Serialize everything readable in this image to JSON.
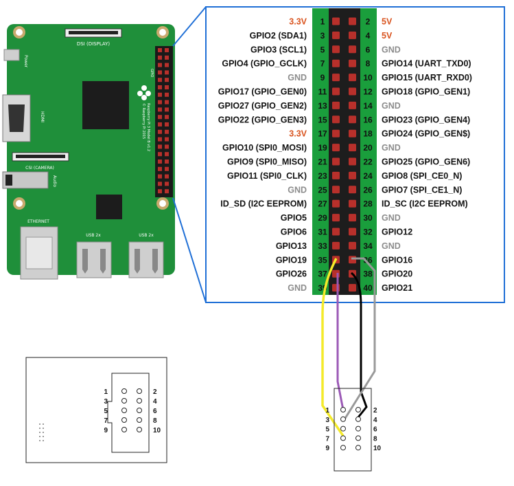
{
  "colors": {
    "board_green": "#1f8f3a",
    "board_dark": "#12702a",
    "header_green": "#1a9e3c",
    "pin_red": "#b8302b",
    "gpio_text": "#111111",
    "gnd_text": "#8c8c8c",
    "power_text": "#d9531e",
    "frame_blue": "#1f6fd6",
    "wire_yellow": "#f4ea2a",
    "wire_purple": "#9b59b6",
    "wire_black": "#000000",
    "wire_gray": "#999999"
  },
  "board": {
    "dsi_label": "DSI (DISPLAY)",
    "power_label": "Power",
    "hdmi_label": "HDMI",
    "csi_label": "CSI (CAMERA)",
    "audio_label": "Audio",
    "ethernet_label": "ETHERNET",
    "usb1_label": "USB 2x",
    "usb2_label": "USB 2x",
    "model_label": "Raspberry Pi 3 Model B v1.2",
    "copyright_label": "© Raspberry Pi 2015",
    "gpio_label": "GPIO"
  },
  "header_pins": [
    {
      "num": 1,
      "label": "3.3V",
      "kind": "power"
    },
    {
      "num": 2,
      "label": "5V",
      "kind": "power"
    },
    {
      "num": 3,
      "label": "GPIO2 (SDA1)",
      "kind": "gpio"
    },
    {
      "num": 4,
      "label": "5V",
      "kind": "power"
    },
    {
      "num": 5,
      "label": "GPIO3 (SCL1)",
      "kind": "gpio"
    },
    {
      "num": 6,
      "label": "GND",
      "kind": "gnd"
    },
    {
      "num": 7,
      "label": "GPIO4 (GPIO_GCLK)",
      "kind": "gpio"
    },
    {
      "num": 8,
      "label": "GPIO14 (UART_TXD0)",
      "kind": "gpio"
    },
    {
      "num": 9,
      "label": "GND",
      "kind": "gnd"
    },
    {
      "num": 10,
      "label": "GPIO15 (UART_RXD0)",
      "kind": "gpio"
    },
    {
      "num": 11,
      "label": "GPIO17 (GPIO_GEN0)",
      "kind": "gpio"
    },
    {
      "num": 12,
      "label": "GPIO18 (GPIO_GEN1)",
      "kind": "gpio"
    },
    {
      "num": 13,
      "label": "GPIO27 (GPIO_GEN2)",
      "kind": "gpio"
    },
    {
      "num": 14,
      "label": "GND",
      "kind": "gnd"
    },
    {
      "num": 15,
      "label": "GPIO22 (GPIO_GEN3)",
      "kind": "gpio"
    },
    {
      "num": 16,
      "label": "GPIO23 (GPIO_GEN4)",
      "kind": "gpio"
    },
    {
      "num": 17,
      "label": "3.3V",
      "kind": "power"
    },
    {
      "num": 18,
      "label": "GPIO24 (GPIO_GEN$)",
      "kind": "gpio"
    },
    {
      "num": 19,
      "label": "GPIO10 (SPI0_MOSI)",
      "kind": "gpio"
    },
    {
      "num": 20,
      "label": "GND",
      "kind": "gnd"
    },
    {
      "num": 21,
      "label": "GPIO9 (SPI0_MISO)",
      "kind": "gpio"
    },
    {
      "num": 22,
      "label": "GPIO25 (GPIO_GEN6)",
      "kind": "gpio"
    },
    {
      "num": 23,
      "label": "GPIO11 (SPI0_CLK)",
      "kind": "gpio"
    },
    {
      "num": 24,
      "label": "GPIO8 (SPI_CE0_N)",
      "kind": "gpio"
    },
    {
      "num": 25,
      "label": "GND",
      "kind": "gnd"
    },
    {
      "num": 26,
      "label": "GPIO7 (SPI_CE1_N)",
      "kind": "gpio"
    },
    {
      "num": 27,
      "label": "ID_SD (I2C EEPROM)",
      "kind": "gpio"
    },
    {
      "num": 28,
      "label": "ID_SC (I2C EEPROM)",
      "kind": "gpio"
    },
    {
      "num": 29,
      "label": "GPIO5",
      "kind": "gpio"
    },
    {
      "num": 30,
      "label": "GND",
      "kind": "gnd"
    },
    {
      "num": 31,
      "label": "GPIO6",
      "kind": "gpio"
    },
    {
      "num": 32,
      "label": "GPIO12",
      "kind": "gpio"
    },
    {
      "num": 33,
      "label": "GPIO13",
      "kind": "gpio"
    },
    {
      "num": 34,
      "label": "GND",
      "kind": "gnd"
    },
    {
      "num": 35,
      "label": "GPIO19",
      "kind": "gpio"
    },
    {
      "num": 36,
      "label": "GPIO16",
      "kind": "gpio"
    },
    {
      "num": 37,
      "label": "GPIO26",
      "kind": "gpio"
    },
    {
      "num": 38,
      "label": "GPIO20",
      "kind": "gpio"
    },
    {
      "num": 39,
      "label": "GND",
      "kind": "gnd"
    },
    {
      "num": 40,
      "label": "GPIO21",
      "kind": "gpio"
    }
  ],
  "connector_left": {
    "pins": [
      "1",
      "2",
      "3",
      "4",
      "5",
      "6",
      "7",
      "8",
      "9",
      "10"
    ]
  },
  "connector_right": {
    "pins": [
      "1",
      "2",
      "3",
      "4",
      "5",
      "6",
      "7",
      "8",
      "9",
      "10"
    ]
  },
  "wires": [
    {
      "from_pin": 35,
      "to_pin": 7,
      "color": "#f4ea2a"
    },
    {
      "from_pin": 37,
      "to_pin": 1,
      "color": "#9b59b6"
    },
    {
      "from_pin": 38,
      "to_pin": 4,
      "color": "#000000"
    },
    {
      "from_pin": 36,
      "to_pin": 3,
      "color": "#999999"
    }
  ]
}
